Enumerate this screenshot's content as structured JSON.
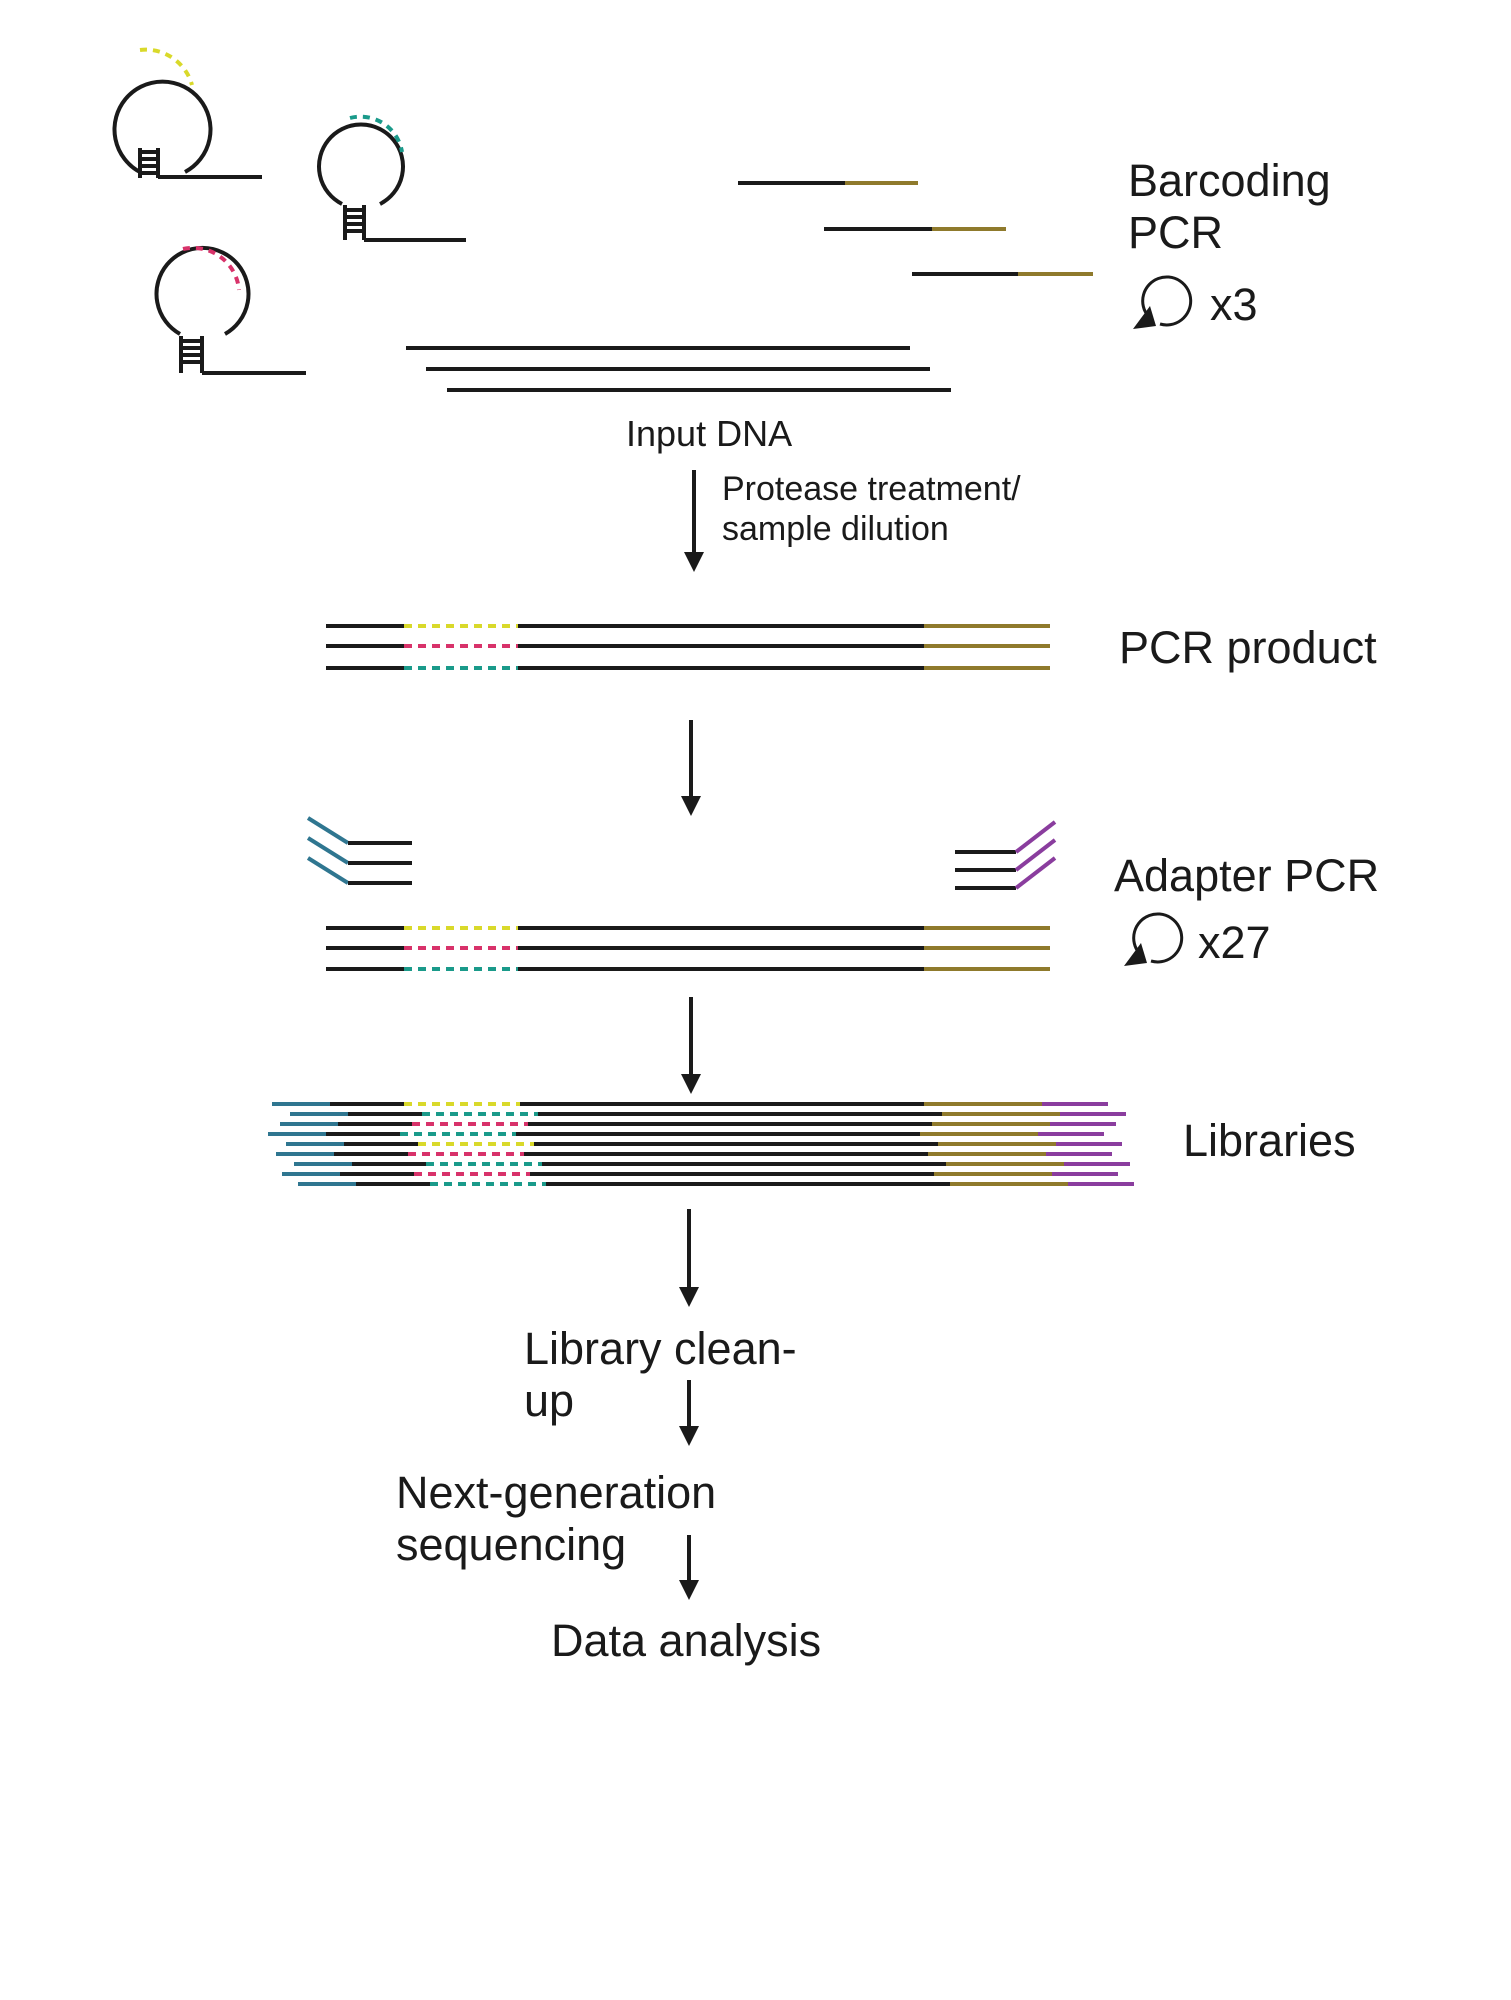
{
  "labels": {
    "barcoding_line1": "Barcoding",
    "barcoding_line2": "PCR",
    "barcoding_cycles": "x3",
    "input_dna": "Input DNA",
    "protease_line1": "Protease treatment/",
    "protease_line2": "sample dilution",
    "pcr_product": "PCR product",
    "adapter_pcr": "Adapter PCR",
    "adapter_cycles": "x27",
    "libraries": "Libraries",
    "cleanup_line1": "Library clean-",
    "cleanup_line2": "up",
    "ngs_line1": "Next-generation",
    "ngs_line2": "sequencing",
    "data_analysis": "Data analysis"
  },
  "colors": {
    "strand": "#1a1a1a",
    "barcode_yellow": "#d9d92a",
    "barcode_teal": "#1a9a8a",
    "barcode_pink": "#d8326a",
    "reverse_primer": "#8f7a2c",
    "adapter_left": "#2f7690",
    "adapter_right": "#8a3d9e"
  },
  "icons": {
    "cycle": "cycle-arrow-icon",
    "flow_arrow": "down-arrow-icon"
  }
}
